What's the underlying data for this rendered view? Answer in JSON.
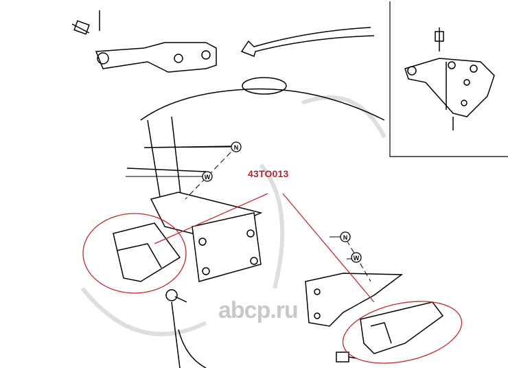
{
  "diagram": {
    "part_number": "43TO013",
    "callouts": [
      "N",
      "W",
      "N",
      "W"
    ],
    "watermark": "abcp.ru",
    "colors": {
      "highlight": "#c0272d",
      "line": "#000000",
      "watermark": "#c8c8c8"
    }
  }
}
